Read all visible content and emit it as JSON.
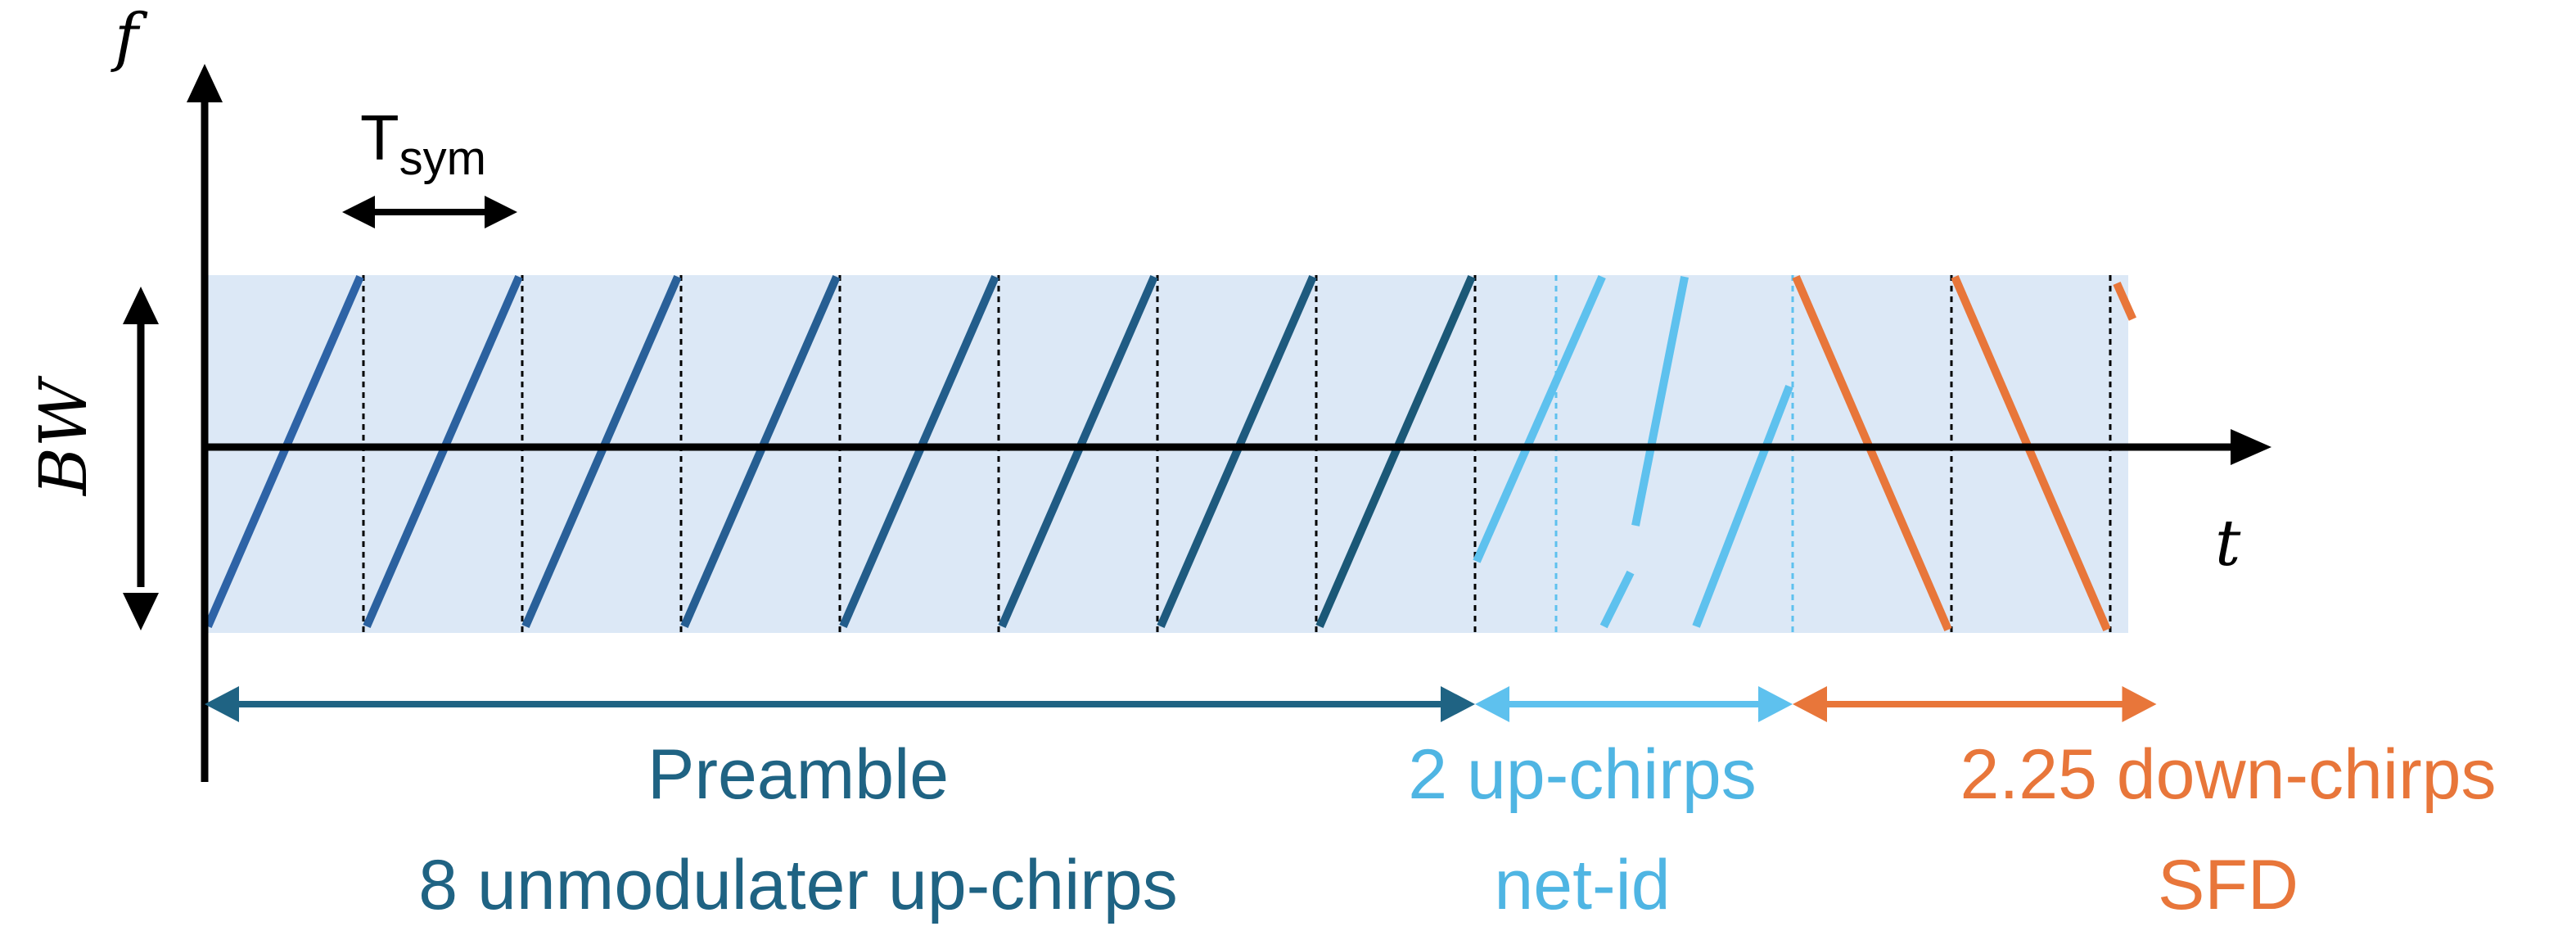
{
  "axes": {
    "y_label": "f",
    "x_label": "t",
    "bandwidth_label": "BW"
  },
  "symbol_period": {
    "label_main": "T",
    "label_sub": "sym"
  },
  "sections": {
    "preamble": {
      "title": "Preamble",
      "subtitle": "8 unmodulater up-chirps",
      "color": "#1f6383"
    },
    "netid": {
      "title": "2 up-chirps",
      "subtitle": "net-id",
      "color": "#4fb5e3"
    },
    "sfd": {
      "title": "2.25 down-chirps",
      "subtitle": "SFD",
      "color": "#e8763a"
    }
  },
  "colors": {
    "band_fill": "#dce8f6",
    "preamble_chirp_start": "#2e63a6",
    "preamble_chirp_end": "#1b5877",
    "netid_chirp": "#5ec1ee",
    "sfd_chirp": "#e8763a",
    "axis": "#000000"
  },
  "chirp_counts": {
    "preamble_upchirps": 8,
    "netid_upchirps": 2,
    "sfd_downchirps": 2.25
  }
}
